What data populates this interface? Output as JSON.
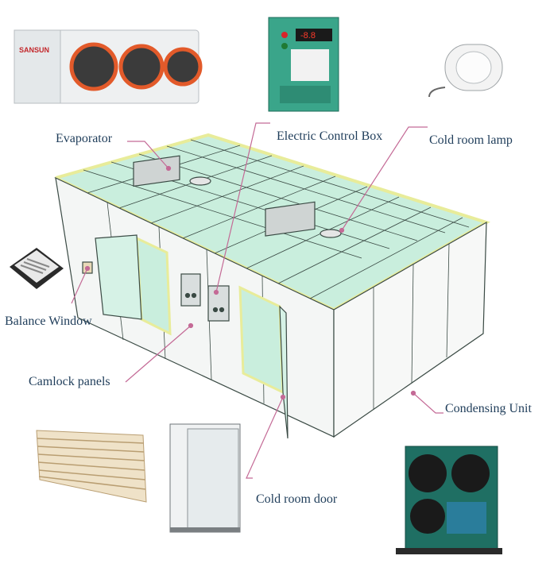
{
  "labels": {
    "evaporator": "Evaporator",
    "electric_control_box": "Electric Control Box",
    "cold_room_lamp": "Cold room lamp",
    "balance_window": "Balance Window",
    "camlock_panels": "Camlock panels",
    "condensing_unit": "Condensing Unit",
    "cold_room_door": "Cold room door"
  },
  "evaporator_brand": "SANSUN",
  "control_box_display": "-8.8",
  "colors": {
    "label_text": "#1f3d5a",
    "leader_line": "#c46a96",
    "panel_glass": "#c9eedd",
    "panel_edge": "#e8ec9a",
    "frame_line": "#3a4a44",
    "control_box": "#3aa58a",
    "condensing_unit": "#1f6f63",
    "fan_ring": "#e25a2a"
  }
}
